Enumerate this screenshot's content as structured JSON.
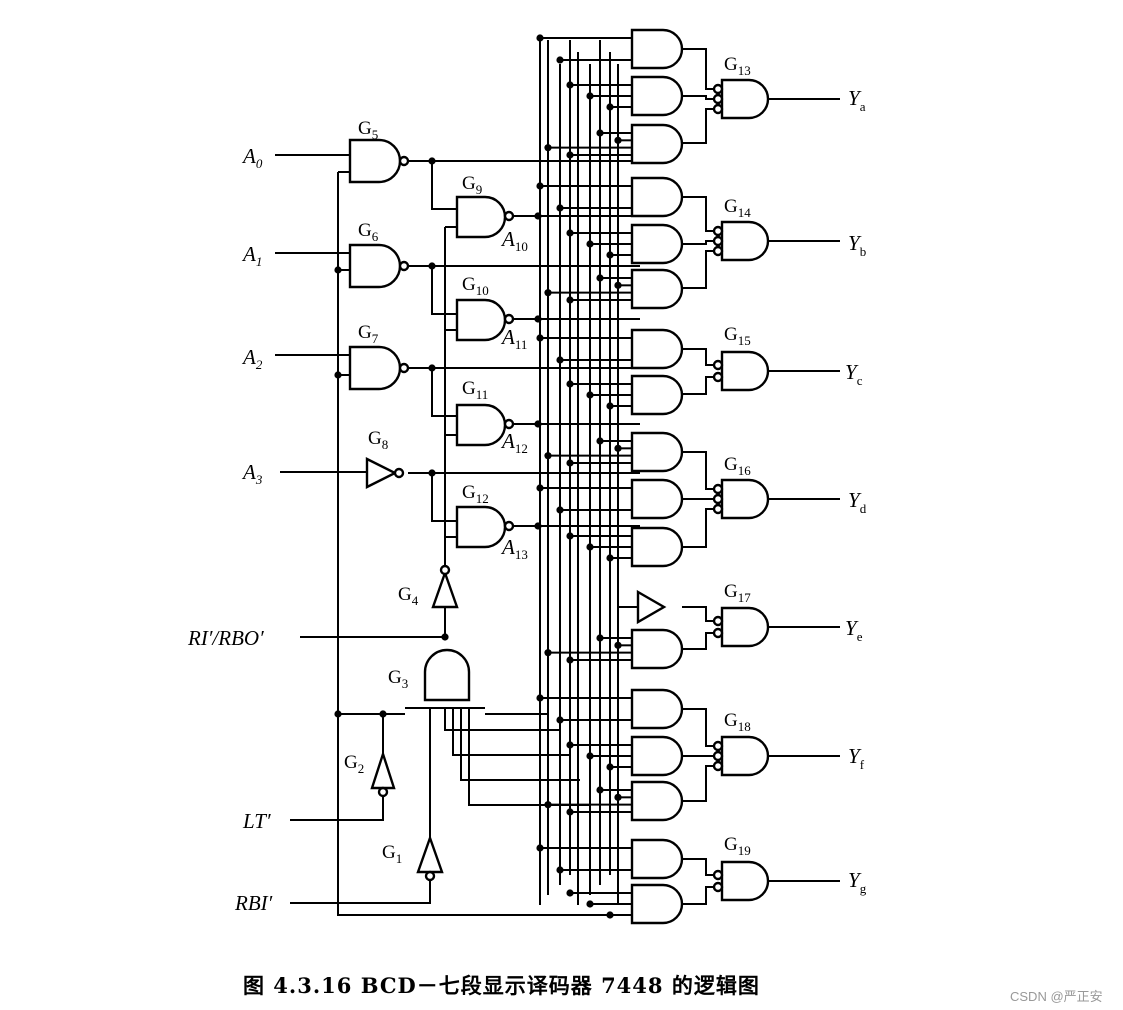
{
  "inputs": {
    "A0": {
      "base": "A",
      "sub": "0"
    },
    "A1": {
      "base": "A",
      "sub": "1"
    },
    "A2": {
      "base": "A",
      "sub": "2"
    },
    "A3": {
      "base": "A",
      "sub": "3"
    },
    "RI_RBO": "RI′/RBO′",
    "LT": "LT′",
    "RBI": "RBI′"
  },
  "internal": [
    {
      "base": "A",
      "sub": "10"
    },
    {
      "base": "A",
      "sub": "11"
    },
    {
      "base": "A",
      "sub": "12"
    },
    {
      "base": "A",
      "sub": "13"
    }
  ],
  "gates": {
    "G1": "1",
    "G2": "2",
    "G3": "3",
    "G4": "4",
    "G5": "5",
    "G6": "6",
    "G7": "7",
    "G8": "8",
    "G9": "9",
    "G10": "10",
    "G11": "11",
    "G12": "12",
    "G13": "13",
    "G14": "14",
    "G15": "15",
    "G16": "16",
    "G17": "17",
    "G18": "18",
    "G19": "19"
  },
  "gate_prefix": "G",
  "outputs": [
    {
      "base": "Y",
      "sub": "a"
    },
    {
      "base": "Y",
      "sub": "b"
    },
    {
      "base": "Y",
      "sub": "c"
    },
    {
      "base": "Y",
      "sub": "d"
    },
    {
      "base": "Y",
      "sub": "e"
    },
    {
      "base": "Y",
      "sub": "f"
    },
    {
      "base": "Y",
      "sub": "g"
    }
  ],
  "caption": "图 4.3.16   BCD－七段显示译码器 7448 的逻辑图",
  "watermark": "CSDN @严正安"
}
